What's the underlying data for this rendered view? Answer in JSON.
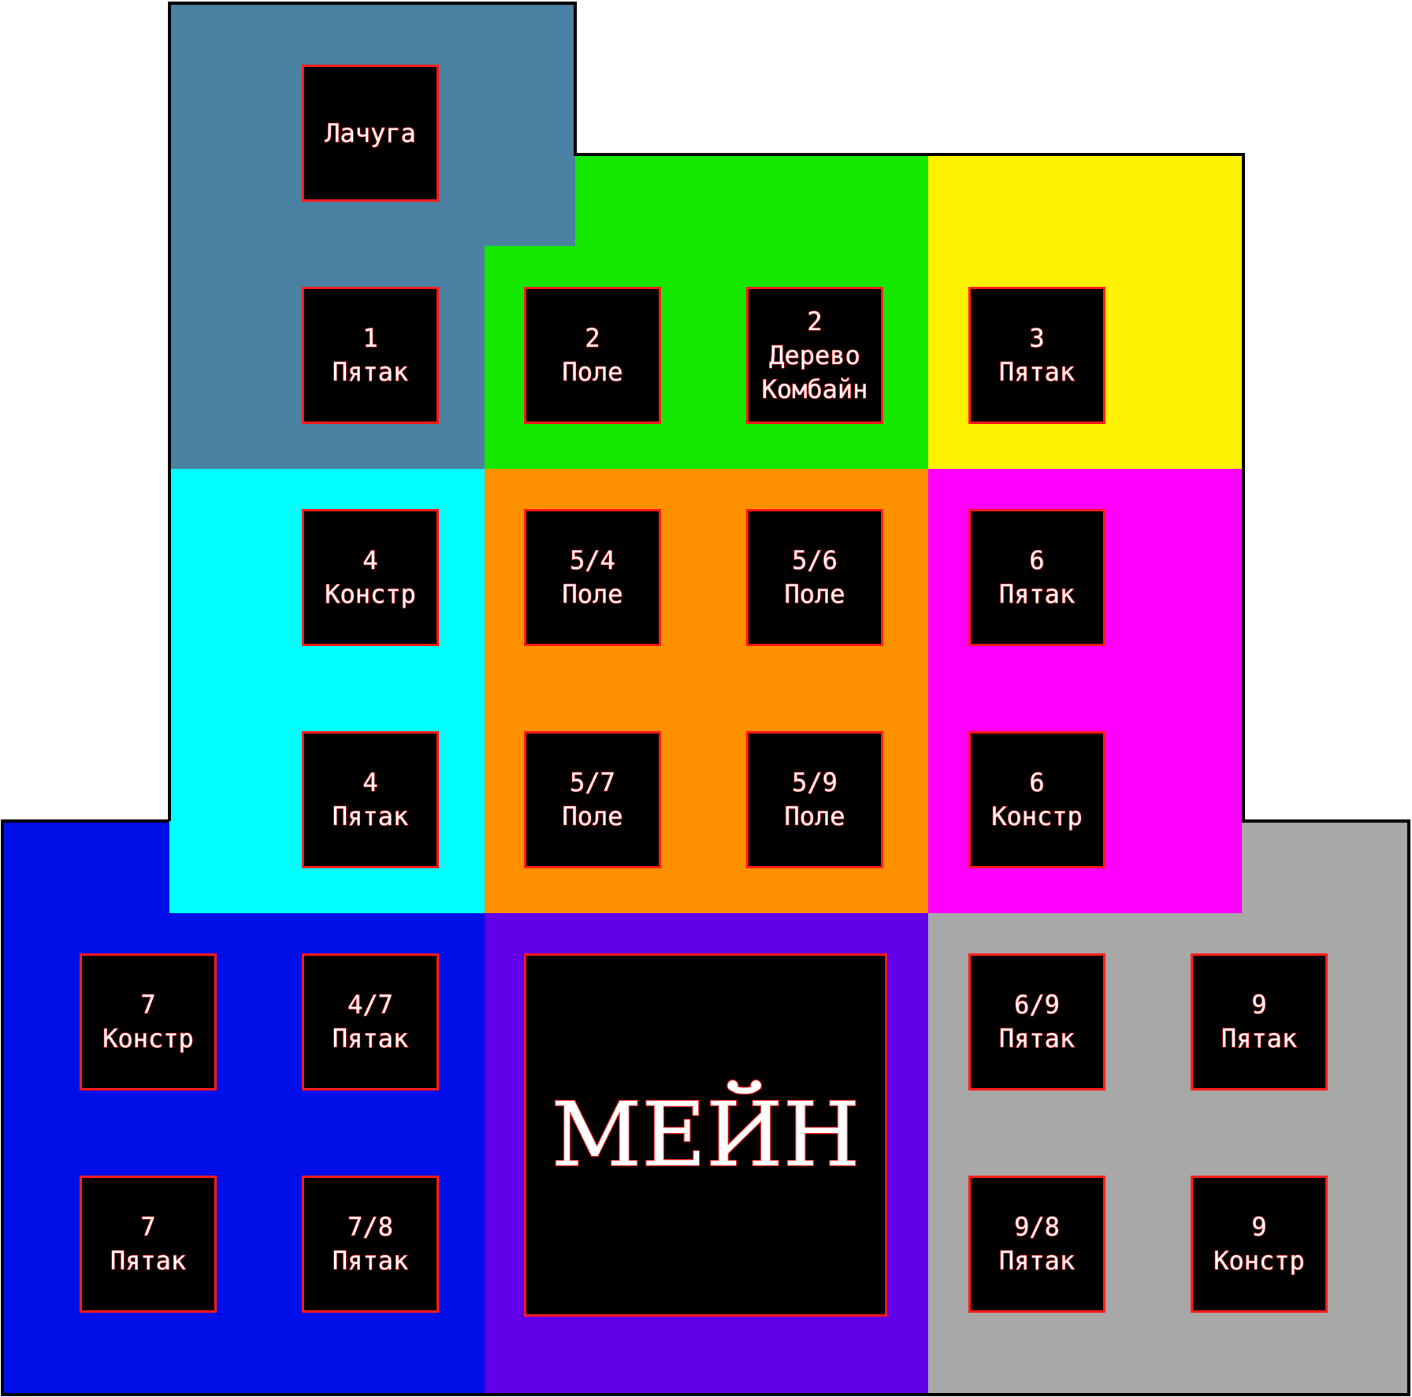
{
  "zone_colors": {
    "blue_gray": "#4a81a3",
    "green": "#15e800",
    "yellow": "#fff200",
    "cyan": "#00ffff",
    "orange": "#ff9000",
    "magenta": "#ff00ff",
    "blue": "#000fe8",
    "purple": "#6100e8",
    "gray": "#a8a8a8"
  },
  "cells": {
    "lachuga": {
      "lines": [
        "Лачуга"
      ]
    },
    "c1_pyatak": {
      "lines": [
        "1",
        "Пятак"
      ]
    },
    "c2_pole": {
      "lines": [
        "2",
        "Поле"
      ]
    },
    "c2_derevo": {
      "lines": [
        "2",
        "Дерево",
        "Комбайн"
      ]
    },
    "c3_pyatak": {
      "lines": [
        "3",
        "Пятак"
      ]
    },
    "c4_konstr": {
      "lines": [
        "4",
        "Констр"
      ]
    },
    "c54_pole": {
      "lines": [
        "5/4",
        "Поле"
      ]
    },
    "c56_pole": {
      "lines": [
        "5/6",
        "Поле"
      ]
    },
    "c6_pyatak": {
      "lines": [
        "6",
        "Пятак"
      ]
    },
    "c4_pyatak": {
      "lines": [
        "4",
        "Пятак"
      ]
    },
    "c57_pole": {
      "lines": [
        "5/7",
        "Поле"
      ]
    },
    "c59_pole": {
      "lines": [
        "5/9",
        "Поле"
      ]
    },
    "c6_konstr": {
      "lines": [
        "6",
        "Констр"
      ]
    },
    "c7_konstr": {
      "lines": [
        "7",
        "Констр"
      ]
    },
    "c47_pyatak": {
      "lines": [
        "4/7",
        "Пятак"
      ]
    },
    "main": {
      "lines": [
        "МЕЙН"
      ]
    },
    "c69_pyatak": {
      "lines": [
        "6/9",
        "Пятак"
      ]
    },
    "c9_pyatak": {
      "lines": [
        "9",
        "Пятак"
      ]
    },
    "c7_pyatak": {
      "lines": [
        "7",
        "Пятак"
      ]
    },
    "c78_pyatak": {
      "lines": [
        "7/8",
        "Пятак"
      ]
    },
    "c98_pyatak": {
      "lines": [
        "9/8",
        "Пятак"
      ]
    },
    "c9_konstr": {
      "lines": [
        "9",
        "Констр"
      ]
    }
  }
}
